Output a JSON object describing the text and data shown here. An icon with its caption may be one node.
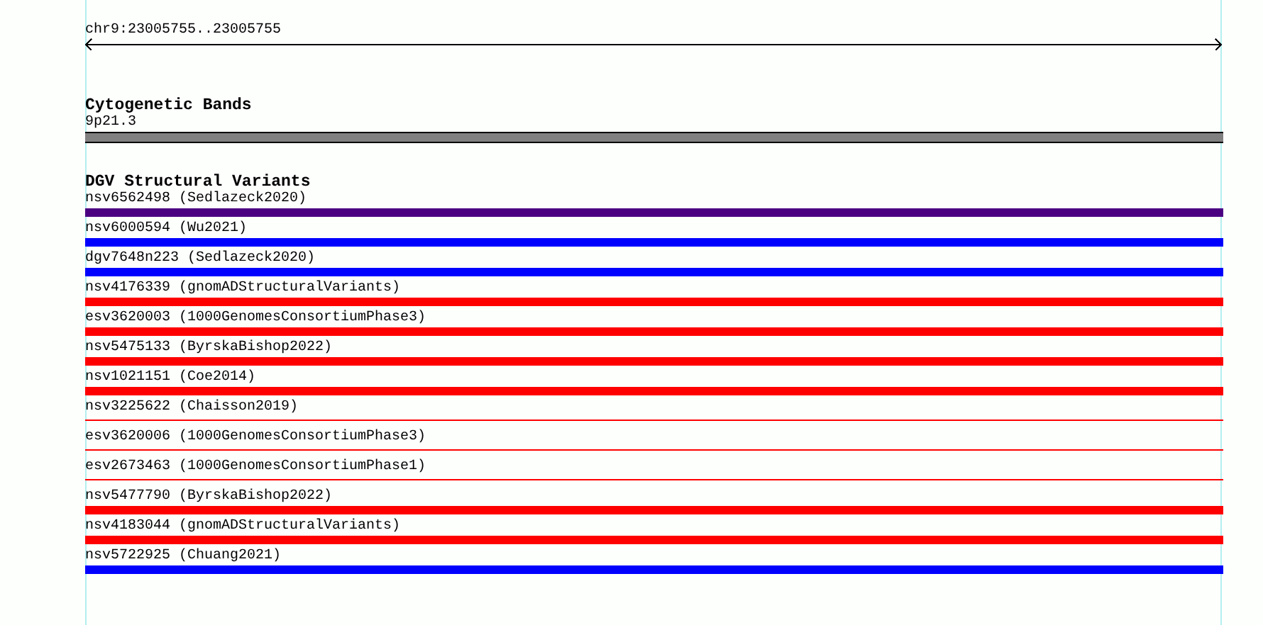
{
  "diagram": {
    "nodes": [
      {
        "text": [
          "9p21.3"
        ]
      },
      {
        "text": [
          "nsv6562498 (Sedlazeck2020)"
        ]
      },
      {
        "text": [
          "nsv6000594 (Wu2021)"
        ]
      },
      {
        "text": [
          "dgv7648n223 (Sedlazeck2020)"
        ]
      },
      {
        "text": [
          "nsv4176339 (gnomADStructuralVariants)"
        ]
      },
      {
        "text": [
          "esv3620003 (1000GenomesConsortiumPhase3)"
        ]
      },
      {
        "text": [
          "nsv5475133 (ByrskaBishop2022)"
        ]
      },
      {
        "text": [
          "nsv1021151 (Coe2014)"
        ]
      },
      {
        "text": [
          "nsv3225622 (Chaisson2019)"
        ]
      },
      {
        "text": [
          "esv3620006 (1000GenomesConsortiumPhase3)"
        ]
      },
      {
        "text": [
          "esv2673463 (1000GenomesConsortiumPhase1)"
        ]
      },
      {
        "text": [
          "nsv5477790 (ByrskaBishop2022)"
        ]
      },
      {
        "text": [
          "nsv4183044 (gnomADStructuralVariants)"
        ]
      },
      {
        "text": [
          "nsv5722925 (Chuang2021)"
        ]
      }
    ],
    "labels": [
      "chr9:23005755..23005755",
      "Cytogenetic Bands",
      "DGV Structural Variants"
    ]
  }
}
